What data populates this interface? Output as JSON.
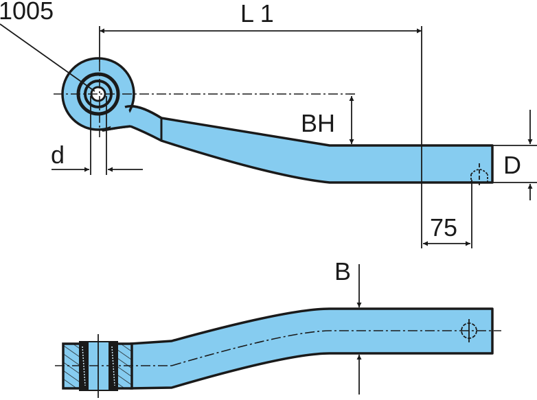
{
  "labels": {
    "part_ref": "1005",
    "length": "L 1",
    "arch_height": "BH",
    "eye_diameter": "d",
    "thickness": "D",
    "hole_offset": "75",
    "width": "B"
  },
  "colors": {
    "part_fill": "#86ccf0",
    "line": "#1a1a1a"
  }
}
